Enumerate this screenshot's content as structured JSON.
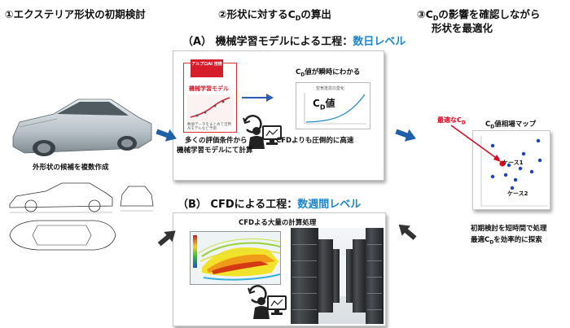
{
  "steps": {
    "step1": "①エクステリア形状の初期検討",
    "step2_pre": "②形状に対するC",
    "step2_sub": "D",
    "step2_post": "の算出",
    "step3_line1_pre": "③C",
    "step3_line1_sub": "D",
    "step3_line1_post": "の影響を確認しながら",
    "step3_line2": "形状を最適化"
  },
  "section_a": {
    "title_main": "（A） 機械学習モデルによる工程：",
    "title_highlight": "数日レベル",
    "book_badge": "アルプロAI 技術",
    "book_title": "機械学習モデル",
    "book_caption": "数値データをまとめて活用AIモデルなど予測",
    "cd_instant_pre": "C",
    "cd_instant_sub": "D",
    "cd_instant_post": "値が瞬時にわかる",
    "mini_chart_title": "空気抵抗の変化",
    "cd_label_pre": "C",
    "cd_label_sub": "D",
    "cd_label_post": "値",
    "many_conditions_1": "多くの評価条件から",
    "many_conditions_2": "機械学習モデルにて計算",
    "faster": "CFDよりも圧倒的に高速"
  },
  "section_b": {
    "title_main": "（B） CFDによる工程：",
    "title_highlight": "数週間レベル",
    "cfd_heavy": "CFDよる大量の計算処理"
  },
  "left": {
    "caption": "外形状の候補を複数作成"
  },
  "right": {
    "optimal_pre": "最適なC",
    "optimal_sub": "D",
    "map_title_pre": "C",
    "map_title_sub": "D",
    "map_title_post": "値相場マップ",
    "case1": "ケース1",
    "case2": "ケース2",
    "bottom_1": "初期検討を短時間で処理",
    "bottom_2_pre": "最適C",
    "bottom_2_sub": "D",
    "bottom_2_post": "を効率的に探索"
  },
  "colors": {
    "accent_blue": "#1a86d0",
    "arrow_blue": "#1f5ea8",
    "arrow_dark": "#333333",
    "highlight_red": "#e0001b",
    "scatter_blue": "#1a3fd6"
  }
}
